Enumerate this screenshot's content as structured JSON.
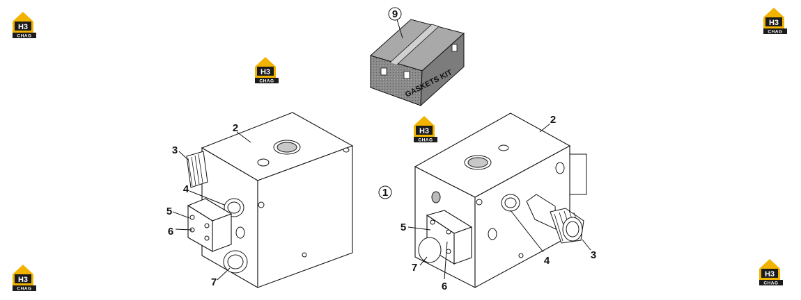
{
  "diagram": {
    "callouts": {
      "left": {
        "body": "2",
        "knob": "3",
        "plug": "4",
        "cover": "5",
        "screw": "6",
        "cap": "7"
      },
      "right": {
        "body": "2",
        "knob": "3",
        "plug": "4",
        "cover": "5",
        "screw": "6",
        "cap": "7"
      },
      "assembly": "1",
      "kit": "9"
    },
    "kit_box_text": "GASKETS KIT",
    "watermark": {
      "letters": "H3",
      "caption": "CHAG",
      "color": "#f2b300"
    }
  }
}
